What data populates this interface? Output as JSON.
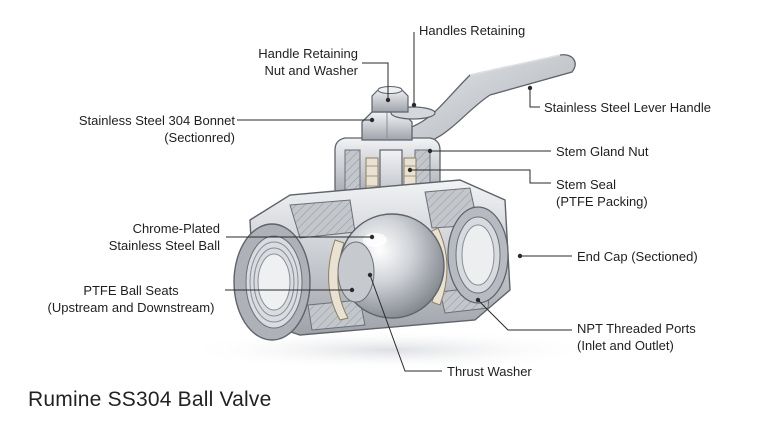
{
  "title": "Rumine SS304 Ball Valve",
  "labels": {
    "handles_retaining": "Handles Retaining",
    "handle_retaining_nut": "Handle Retaining\nNut and Washer",
    "bonnet": "Stainless Steel 304 Bonnet\n(Sectionred)",
    "lever_handle": "Stainless Steel Lever Handle",
    "stem_gland_nut": "Stem Gland Nut",
    "stem_seal": "Stem Seal\n(PTFE Packing)",
    "ball": "Chrome-Plated\nStainless Steel  Ball",
    "end_cap": "End Cap (Sectioned)",
    "ball_seats": "PTFE Ball Seats\n(Upstream and Downstream)",
    "npt_ports": "NPT Threaded Ports\n(Inlet and Outlet)",
    "thrust_washer": "Thrust Washer"
  }
}
